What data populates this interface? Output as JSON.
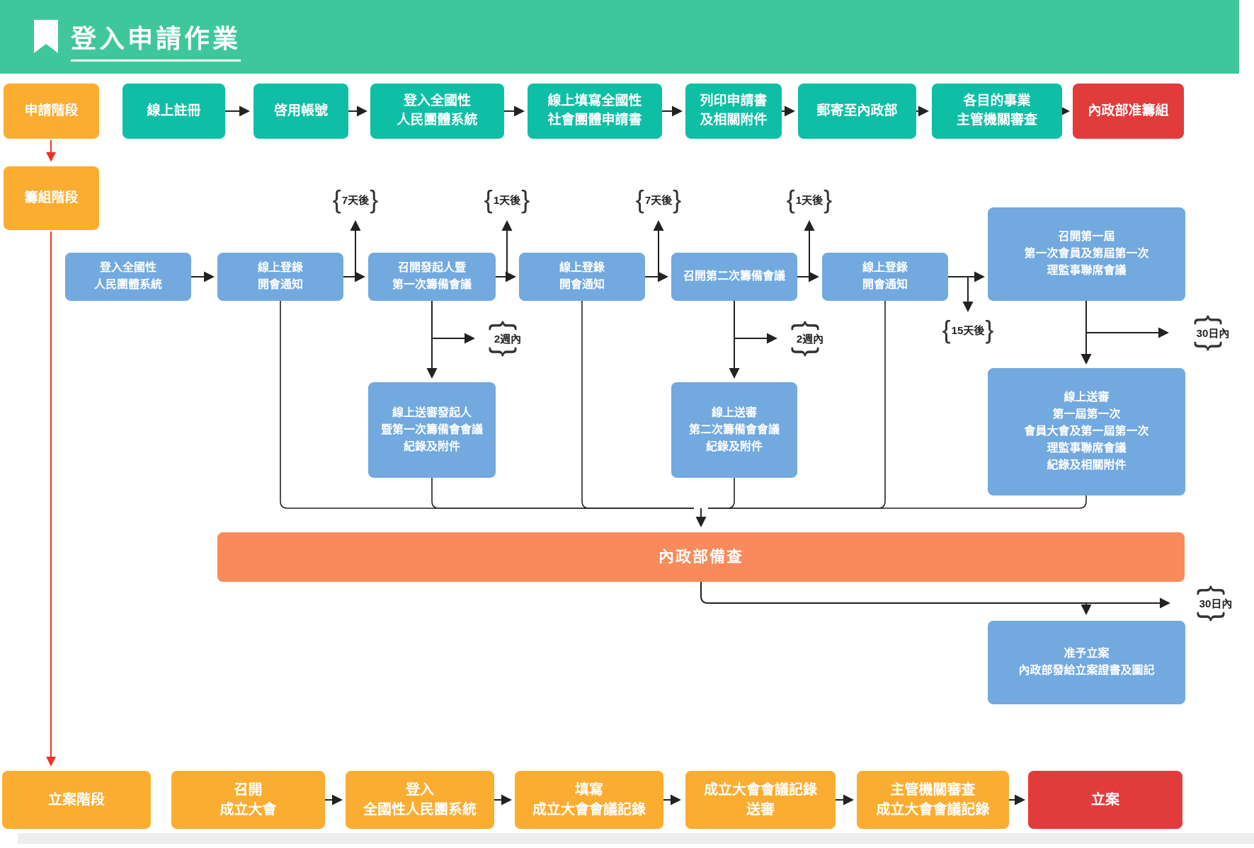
{
  "header": {
    "title": "登入申請作業"
  },
  "colors": {
    "header": "#3FC79B",
    "teal": "#0EBFA6",
    "orange": "#FBAD32",
    "blue": "#72A9DF",
    "red": "#E23B3B",
    "coral": "#F98A5C"
  },
  "stages": {
    "apply": "申請階段",
    "prep": "籌組階段",
    "register": "立案階段"
  },
  "apply_row": [
    "線上註冊",
    "啓用帳號",
    "登入全國性\n人民團體系統",
    "線上填寫全國性\n社會團體申請書",
    "列印申請書\n及相關附件",
    "郵寄至內政部",
    "各目的事業\n主管機關審查",
    "內政部准籌組"
  ],
  "prep_row": [
    "登入全國性\n人民團體系統",
    "線上登錄\n開會通知",
    "召開發起人暨\n第一次籌備會議",
    "線上登錄\n開會通知",
    "召開第二次籌備會議",
    "線上登錄\n開會通知",
    "召開第一屆\n第一次會員及第屆第一次\n理監事聯席會議"
  ],
  "submit_boxes": [
    "線上送審發起人\n暨第一次籌備會會議\n紀錄及附件",
    "線上送審\n第二次籌備會會議\n紀錄及附件",
    "線上送審\n第一屆第一次\n會員大會及第一屆第一次\n理監事聯席會議\n紀錄及相關附件"
  ],
  "time_labels": {
    "after7_1": "7天後",
    "after1_1": "1天後",
    "after7_2": "7天後",
    "after1_2": "1天後",
    "after15": "15天後",
    "within2w_1": "2週內",
    "within2w_2": "2週內",
    "within30_1": "30日內",
    "within30_2": "30日內"
  },
  "review_bar": "內政部備查",
  "approval_box": "准予立案\n內政部發給立案證書及圖記",
  "register_row": [
    "召開\n成立大會",
    "登入\n全國性人民團系統",
    "填寫\n成立大會會議記錄",
    "成立大會會議記錄\n送審",
    "主管機關審查\n成立大會會議記錄",
    "立案"
  ]
}
